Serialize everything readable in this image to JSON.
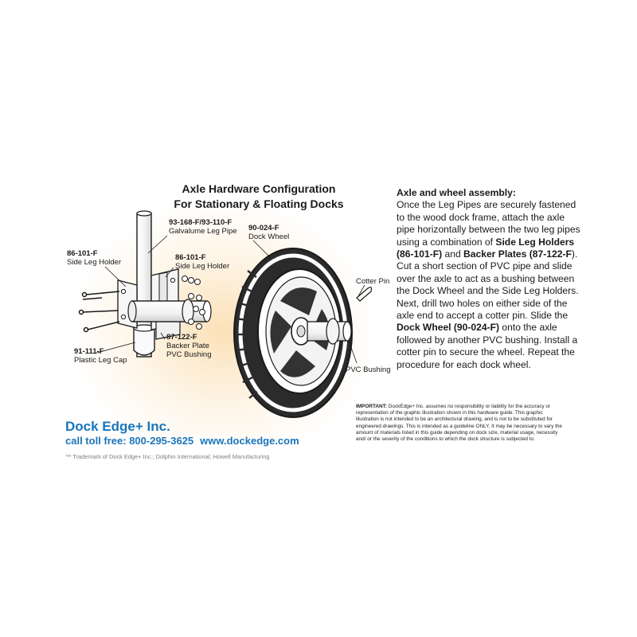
{
  "title": {
    "line1": "Axle Hardware Configuration",
    "line2": "For Stationary & Floating Docks"
  },
  "callouts": {
    "leg_pipe": {
      "part": "93-168-F/93-110-F",
      "name": "Galvalume Leg Pipe"
    },
    "dock_wheel": {
      "part": "90-024-F",
      "name": "Dock Wheel"
    },
    "side_leg_holder_left": {
      "part": "86-101-F",
      "name": "Side Leg Holder"
    },
    "side_leg_holder_right": {
      "part": "86-101-F",
      "name": "Side Leg Holder"
    },
    "backer_plate": {
      "part": "87-122-F",
      "name": "Backer Plate"
    },
    "pvc_bushing_left": {
      "name": "PVC Bushing"
    },
    "plastic_leg_cap": {
      "part": "91-111-F",
      "name": "Plastic Leg Cap"
    },
    "cotter_pin": {
      "name": "Cotter Pin"
    },
    "pvc_bushing_right": {
      "name": "PVC Bushing"
    }
  },
  "assembly": {
    "heading": "Axle and wheel assembly:",
    "t1": "Once the Leg Pipes are securely fastened to the wood dock frame, attach the axle pipe horizontally between the two leg pipes using a combination of ",
    "b1": "Side Leg Holders (86-101-F)",
    "t2": " and ",
    "b2": "Backer Plates (87-122-F",
    "t3": "). Cut a short section of PVC pipe and slide over the axle to act as a bushing between the Dock Wheel and the Side Leg Holders. Next, drill two holes on either side of the axle end to accept a cotter pin. Slide the ",
    "b3": "Dock Wheel (90-024-F)",
    "t4": " onto the axle followed by another PVC bushing. Install a cotter pin to secure the wheel. Repeat the procedure for each dock wheel."
  },
  "brand": {
    "name": "Dock Edge+ Inc.",
    "phone": "call toll free: 800-295-3625",
    "website": "www.dockedge.com",
    "trademark": "™ Trademark of Dock Edge+ Inc.; Dolphin International; Howell Manufacturing"
  },
  "disclaimer": {
    "label": "IMPORTANT:",
    "text": " DockEdge+ Inc. assumes no responsibility or liability for the accuracy or representation of the graphic illustration shown in this hardware guide. This graphic illustration is not intended to be an architectural drawing, and is not to be substituted for engineered drawings. This is intended as a guideline ONLY. It may be necessary to vary the amount of materials listed in this guide depending on dock size, material usage, necessity and/ or the severity of the conditions to which the dock structure is subjected to."
  },
  "colors": {
    "brand_blue": "#1b75bb",
    "glow": "#f9d9a8",
    "line": "#1a1a1a"
  }
}
